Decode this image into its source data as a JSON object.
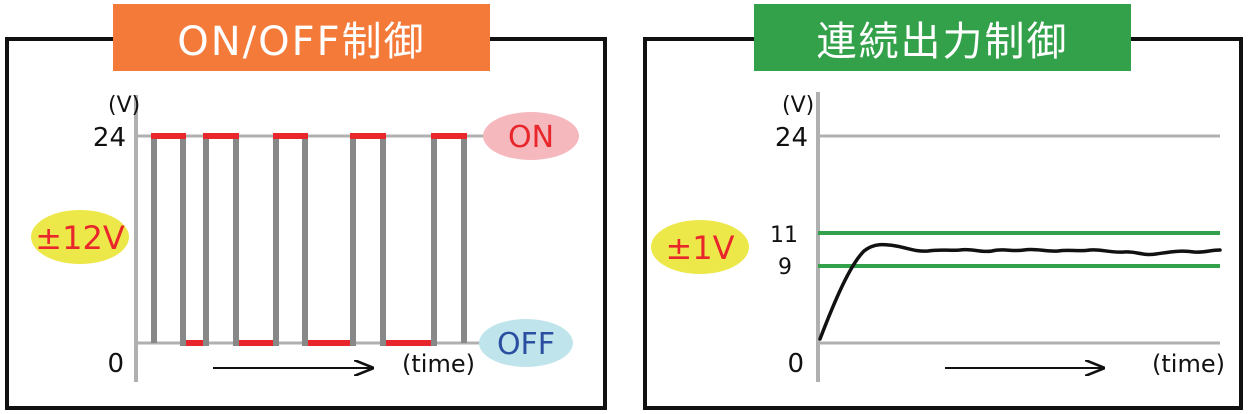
{
  "left": {
    "title": "ON/OFF制御",
    "y_unit": "(V)",
    "y_top": "24",
    "y_zero": "0",
    "x_label": "(time)",
    "band_label": "±12V",
    "on_label": "ON",
    "off_label": "OFF",
    "colors": {
      "banner": "#f47a3a",
      "pulse": "#888888",
      "on_off_marks": "#e8262b",
      "on_bubble": "#f5b8bd",
      "off_bubble": "#bfe4ec",
      "band_bubble": "#ede84a"
    }
  },
  "right": {
    "title": "連続出力制御",
    "y_unit": "(V)",
    "y_top": "24",
    "y_upper": "11",
    "y_lower": "9",
    "y_zero": "0",
    "x_label": "(time)",
    "band_label": "±1V",
    "colors": {
      "banner": "#33a04a",
      "band_lines": "#33a04a",
      "response": "#111111",
      "band_bubble": "#ede84a"
    }
  }
}
